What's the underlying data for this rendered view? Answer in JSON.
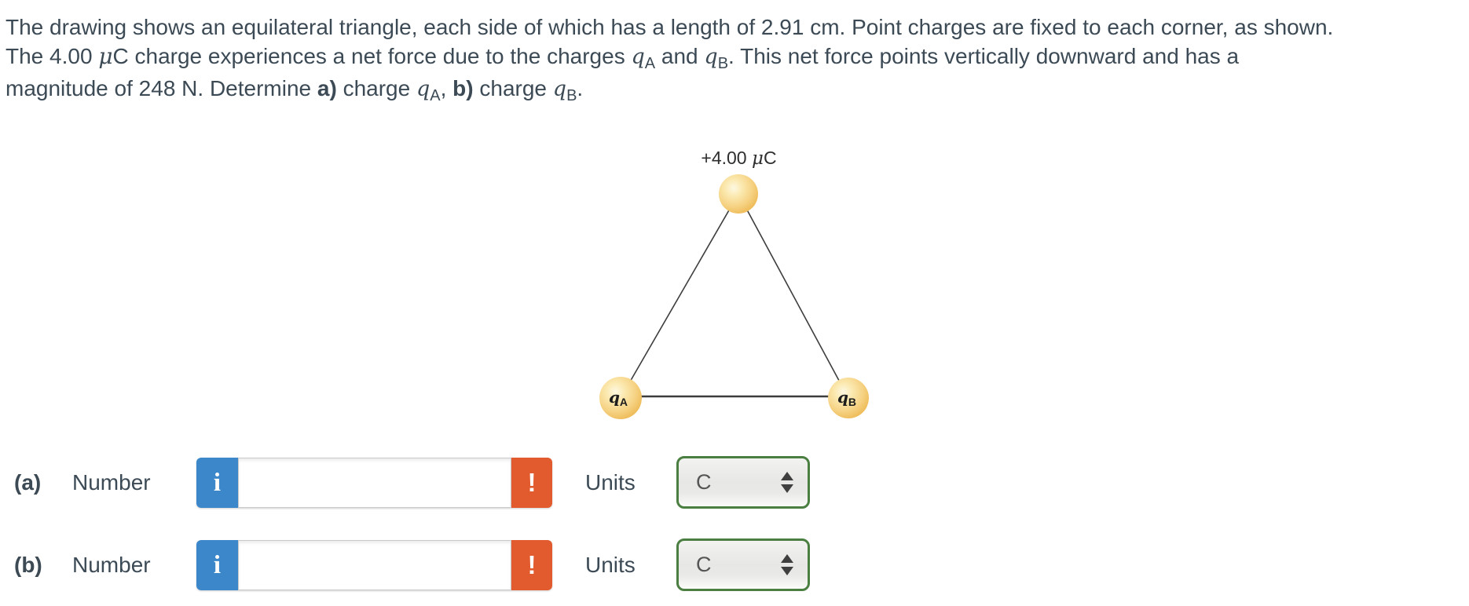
{
  "problem": {
    "line1": "The drawing shows an equilateral triangle, each side of which has a length of 2.91 cm. Point charges are fixed to each corner, as shown.",
    "line2": {
      "pre": "The 4.00 ",
      "mu": "μ",
      "mid1": "C charge experiences a net force due to the charges ",
      "q1": "q",
      "sub1": "A",
      "mid2": " and ",
      "q2": "q",
      "sub2": "B",
      "post": ". This net force points vertically downward and has a"
    },
    "line3": {
      "pre": "magnitude of 248 N. Determine ",
      "bold_a": "a)",
      "mid1": " charge ",
      "q1": "q",
      "sub1": "A",
      "comma": ", ",
      "bold_b": "b)",
      "mid2": " charge ",
      "q2": "q",
      "sub2": "B",
      "end": "."
    }
  },
  "diagram": {
    "top_charge_label": {
      "value": "+4.00 ",
      "mu": "μ",
      "unit": "C"
    },
    "left_charge": {
      "q": "q",
      "sub": "A"
    },
    "right_charge": {
      "q": "q",
      "sub": "B"
    },
    "sphere_colors": {
      "highlight": "#fdf8e3",
      "body": "#f8dd9b",
      "rim": "#edb852"
    },
    "line_color": "#3d3d3d"
  },
  "answers": {
    "a": {
      "part": "(a)",
      "number_label": "Number",
      "units_label": "Units",
      "input_value": "",
      "unit_value": "C",
      "info_icon": "i",
      "alert_icon": "!"
    },
    "b": {
      "part": "(b)",
      "number_label": "Number",
      "units_label": "Units",
      "input_value": "",
      "unit_value": "C",
      "info_icon": "i",
      "alert_icon": "!"
    }
  },
  "colors": {
    "text": "#3c4a55",
    "info_blue": "#3b87c9",
    "alert_orange": "#e15b2e",
    "select_border_green": "#4b7f41"
  }
}
